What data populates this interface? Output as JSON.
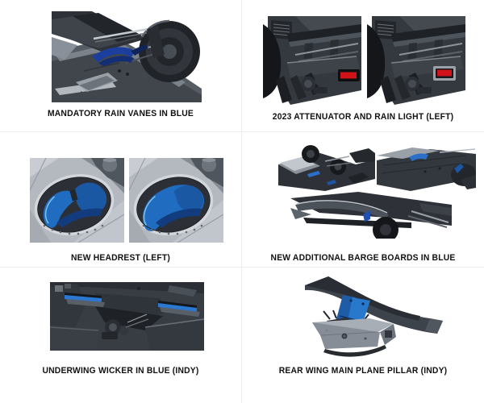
{
  "page": {
    "background": "#ffffff"
  },
  "colors": {
    "divider": "#ededed",
    "caption_text": "#111111",
    "body_dark": "#33373d",
    "body_mid": "#555b63",
    "body_light": "#b2b7be",
    "vane_navy_blue": "#1c3f9e",
    "accent_blue": "#2a78d2",
    "headrest_blue": "#1e6cc0",
    "rain_light_red": "#cf1318"
  },
  "panels": [
    {
      "id": "rain-vanes",
      "caption": "MANDATORY RAIN VANES IN BLUE"
    },
    {
      "id": "attenuator-rain-light",
      "caption": "2023 ATTENUATOR AND RAIN LIGHT (LEFT)"
    },
    {
      "id": "headrest",
      "caption": "NEW HEADREST (LEFT)"
    },
    {
      "id": "barge-boards",
      "caption": "NEW ADDITIONAL BARGE BOARDS IN BLUE"
    },
    {
      "id": "underwing-wicker",
      "caption": "UNDERWING WICKER IN BLUE (INDY)"
    },
    {
      "id": "rear-wing-pillar",
      "caption": "REAR WING MAIN PLANE PILLAR (INDY)"
    }
  ]
}
